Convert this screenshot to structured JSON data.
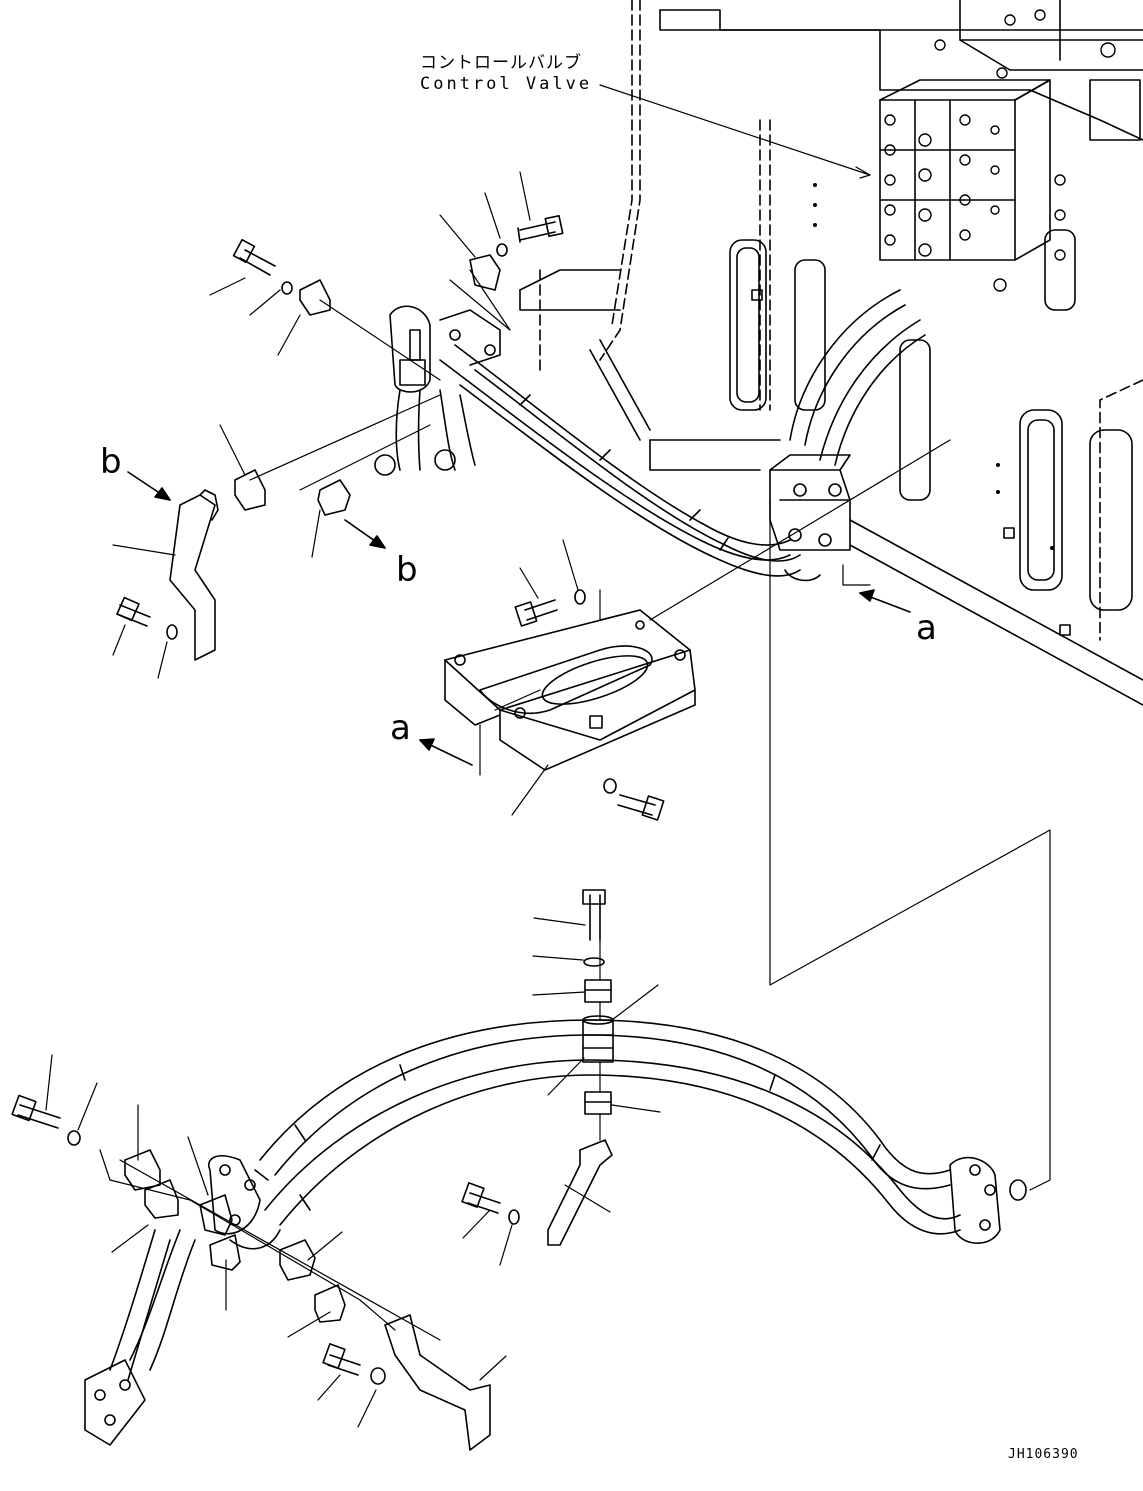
{
  "callout": {
    "label_jp": "コントロールバルブ",
    "label_en": "Control Valve"
  },
  "view_markers": {
    "a": "a",
    "b": "b"
  },
  "drawing_number": "JH106390",
  "colors": {
    "line": "#000000",
    "background": "#ffffff"
  }
}
